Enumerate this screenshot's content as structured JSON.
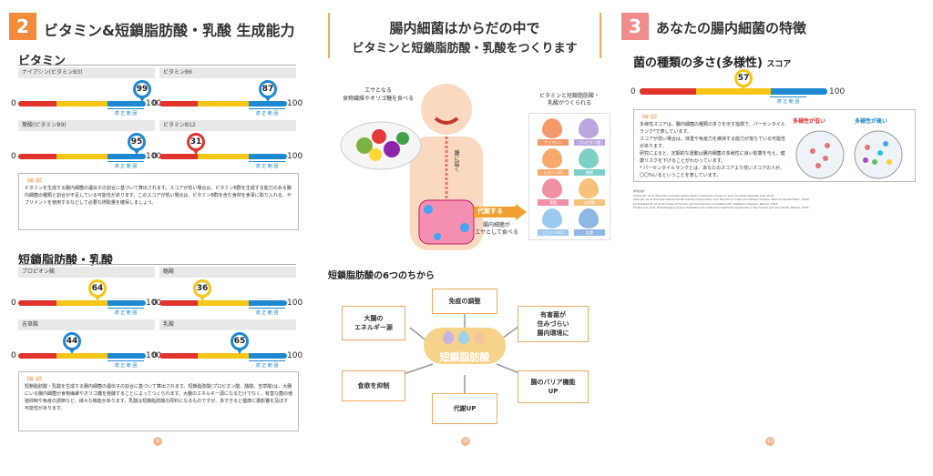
{
  "section2": {
    "num": "2",
    "title": "ビタミン&短鎖脂肪酸・乳酸 生成能力",
    "vitamin_heading": "ビタミン",
    "scfa_heading": "短鎖脂肪酸・乳酸",
    "gauges": [
      {
        "label": "ナイアシン(ビタミンB3)",
        "score": "99",
        "level": 0.99,
        "color": "blue"
      },
      {
        "label": "ビタミンB6",
        "score": "87",
        "level": 0.87,
        "color": "blue"
      },
      {
        "label": "葉酸(ビタミンB9)",
        "score": "95",
        "level": 0.95,
        "color": "blue"
      },
      {
        "label": "ビタミンB12",
        "score": "31",
        "level": 0.31,
        "color": "red"
      },
      {
        "label": "プロピオン酸",
        "score": "64",
        "level": 0.64,
        "color": "yellow"
      },
      {
        "label": "酪酸",
        "score": "36",
        "level": 0.36,
        "color": "yellow"
      },
      {
        "label": "吉草酸",
        "score": "44",
        "level": 0.44,
        "color": "blue"
      },
      {
        "label": "乳酸",
        "score": "65",
        "level": 0.65,
        "color": "blue"
      }
    ],
    "zero": "0",
    "hundred": "100",
    "normal_range": "適 正 範 囲",
    "expl1_tag": "【解 説】",
    "expl1_text": "ビタミンを生成する腸内細菌の遺伝子の割合に基づいて算出されます。スコアが低い場合は、ビタミンB群を生成する能力のある腸内細菌の種類と割合が不足している可能性があります。このスコアが低い場合は、ビタミンB群を含む食材を食事に取り入れる、サプリメントを使用するなどして必要な摂取量を確保しましょう。",
    "expl2_tag": "【解 説】",
    "expl2_text": "短鎖脂肪酸・乳酸を生成する腸内細菌の遺伝子の割合に基づいて算出されます。短鎖脂肪酸(プロピオン酸、酪酸、吉草酸)は、大腸にいる腸内細菌が食物繊維やオリゴ糖を発酵することによってつくられます。大腸のエネルギー源になるだけでなく、有害な菌の増殖抑制や免疫の調節など、様々な機能があります。乳酸は短鎖脂肪酸の原料になるものですが、多すぎると健康に悪影響を及ぼす可能性があります。",
    "page": "9"
  },
  "middle": {
    "title_line1": "腸内細菌はからだの中で",
    "title_line2": "ビタミンと短鎖脂肪酸・乳酸をつくります",
    "food_label": "エサとなる\n食物繊維やオリゴ糖を食べる",
    "to_gut": "腸に届く",
    "produce_label": "代謝する",
    "bacteria_eat": "腸内細菌が\nエサとして食べる",
    "made_title": "ビタミンと短鎖脂肪酸・\n乳酸がつくられる",
    "drops": [
      "ナイアシン",
      "プロピオン酸",
      "ビタミンB6",
      "酪酸",
      "葉酸",
      "吉草酸",
      "ビタミンB12",
      "乳酸"
    ],
    "six_powers_title": "短鎖脂肪酸の6つのちから",
    "center": "短鎖脂肪酸",
    "powers": [
      "免疫の調整",
      "有害菌が\n住みづらい\n腸内環境に",
      "腸のバリア機能\nUP",
      "代謝UP",
      "食欲を抑制",
      "大腸の\nエネルギー源"
    ],
    "page": "10"
  },
  "section3": {
    "num": "3",
    "title": "あなたの腸内細菌の特徴",
    "diversity_heading": "菌の種類の多さ(多様性)",
    "score_suffix": "スコア",
    "score": "57",
    "level": 0.57,
    "expl_tag": "【解 説】",
    "expl_text": "多様性スコアは、腸内細菌の種類の多さを示す指標で、パーセンタイルランク*で表しています。\nスコアが低い場合は、体重や免疫力を維持する能力が落ちている可能性があります。\n研究によると、定期的な運動は腸内細菌の多様性に良い影響を与え、健康リスクを下げることがわかっています。\n* パーセンタイルランクとは、あなたのスコアより低いスコアの人が、〇〇%いるということを表しています。",
    "low_label": "多様性が低い",
    "high_label": "多様性が高い",
    "refs": "参考文献\nClarke SF, et al. Exercise and associated dietary extremes impact on gut microbial diversity. Gut. 2014\nAllen JM, et al. Exercise Alters Gut Microbiota Composition and Function in Lean and Obese Humans. Med Sci Sports Exerc. 2018\nLe Chatelier E, et al. Richness of human gut microbiome correlates with metabolic markers. Nature. 2013\nForslund K, et al. Disentangling type 2 diabetes and metformin treatment signatures in the human gut microbiota. Nature. 2015",
    "page": "11"
  },
  "colors": {
    "accent": "#f08c3c",
    "red": "#e0332c",
    "yellow": "#f5c518",
    "blue": "#1e88d0"
  }
}
